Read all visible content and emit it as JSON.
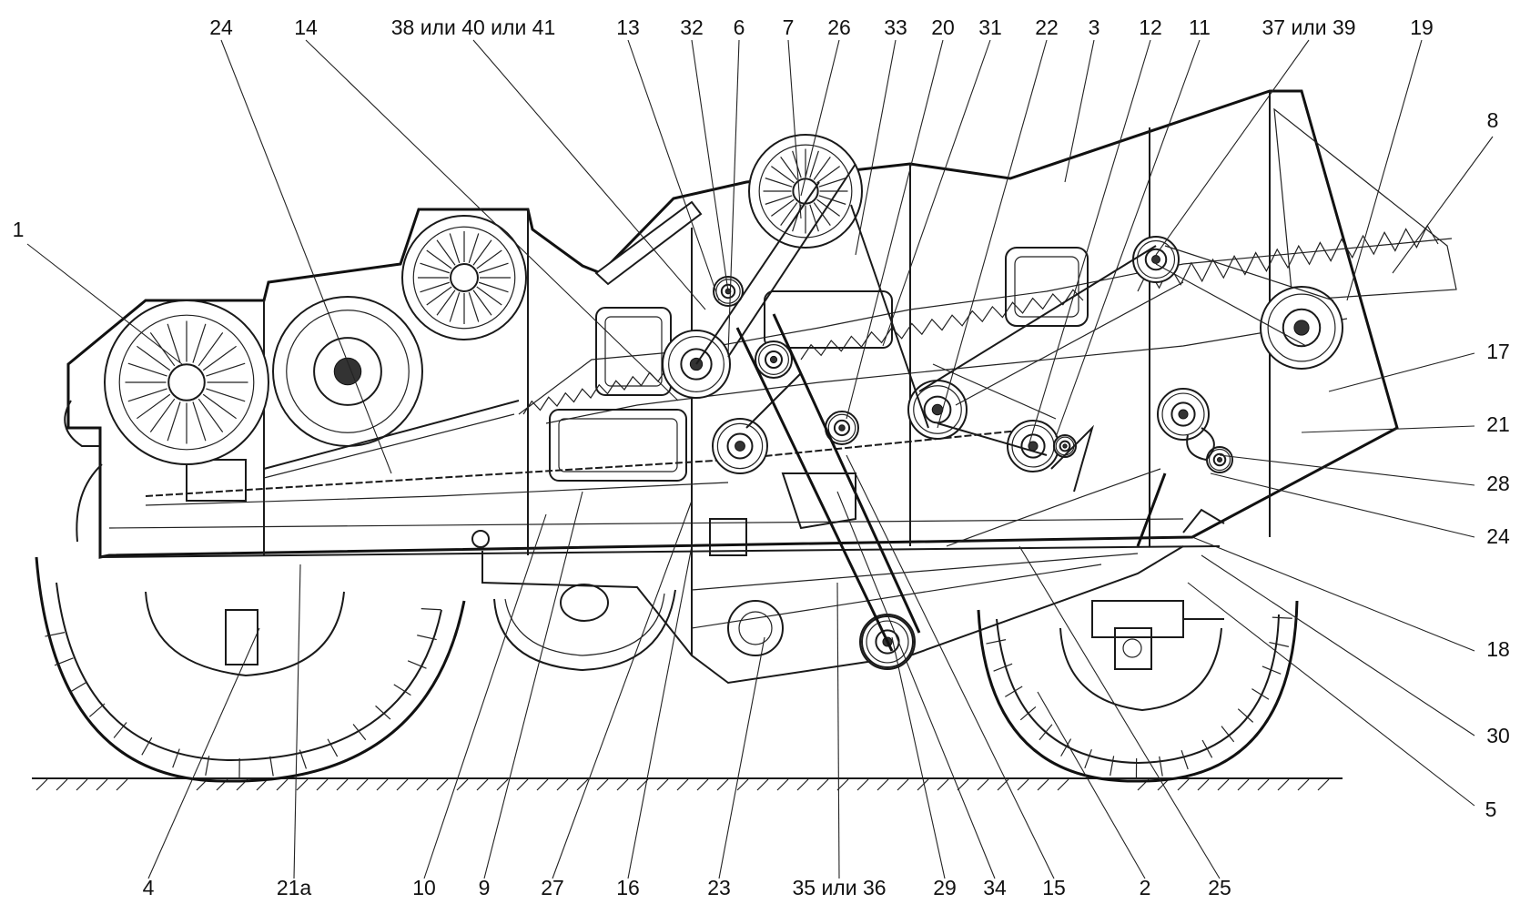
{
  "diagram": {
    "labels": {
      "top": [
        "24",
        "14",
        "38 или 40 или 41",
        "13",
        "32",
        "6",
        "7",
        "26",
        "33",
        "20",
        "31",
        "22",
        "3",
        "12",
        "11",
        "37 или 39",
        "19"
      ],
      "right": [
        "8",
        "17",
        "21",
        "28",
        "24",
        "18",
        "30",
        "5"
      ],
      "left": [
        "1"
      ],
      "bottom": [
        "4",
        "21а",
        "10",
        "9",
        "27",
        "16",
        "23",
        "35 или 36",
        "29",
        "34",
        "15",
        "2",
        "25"
      ]
    }
  }
}
